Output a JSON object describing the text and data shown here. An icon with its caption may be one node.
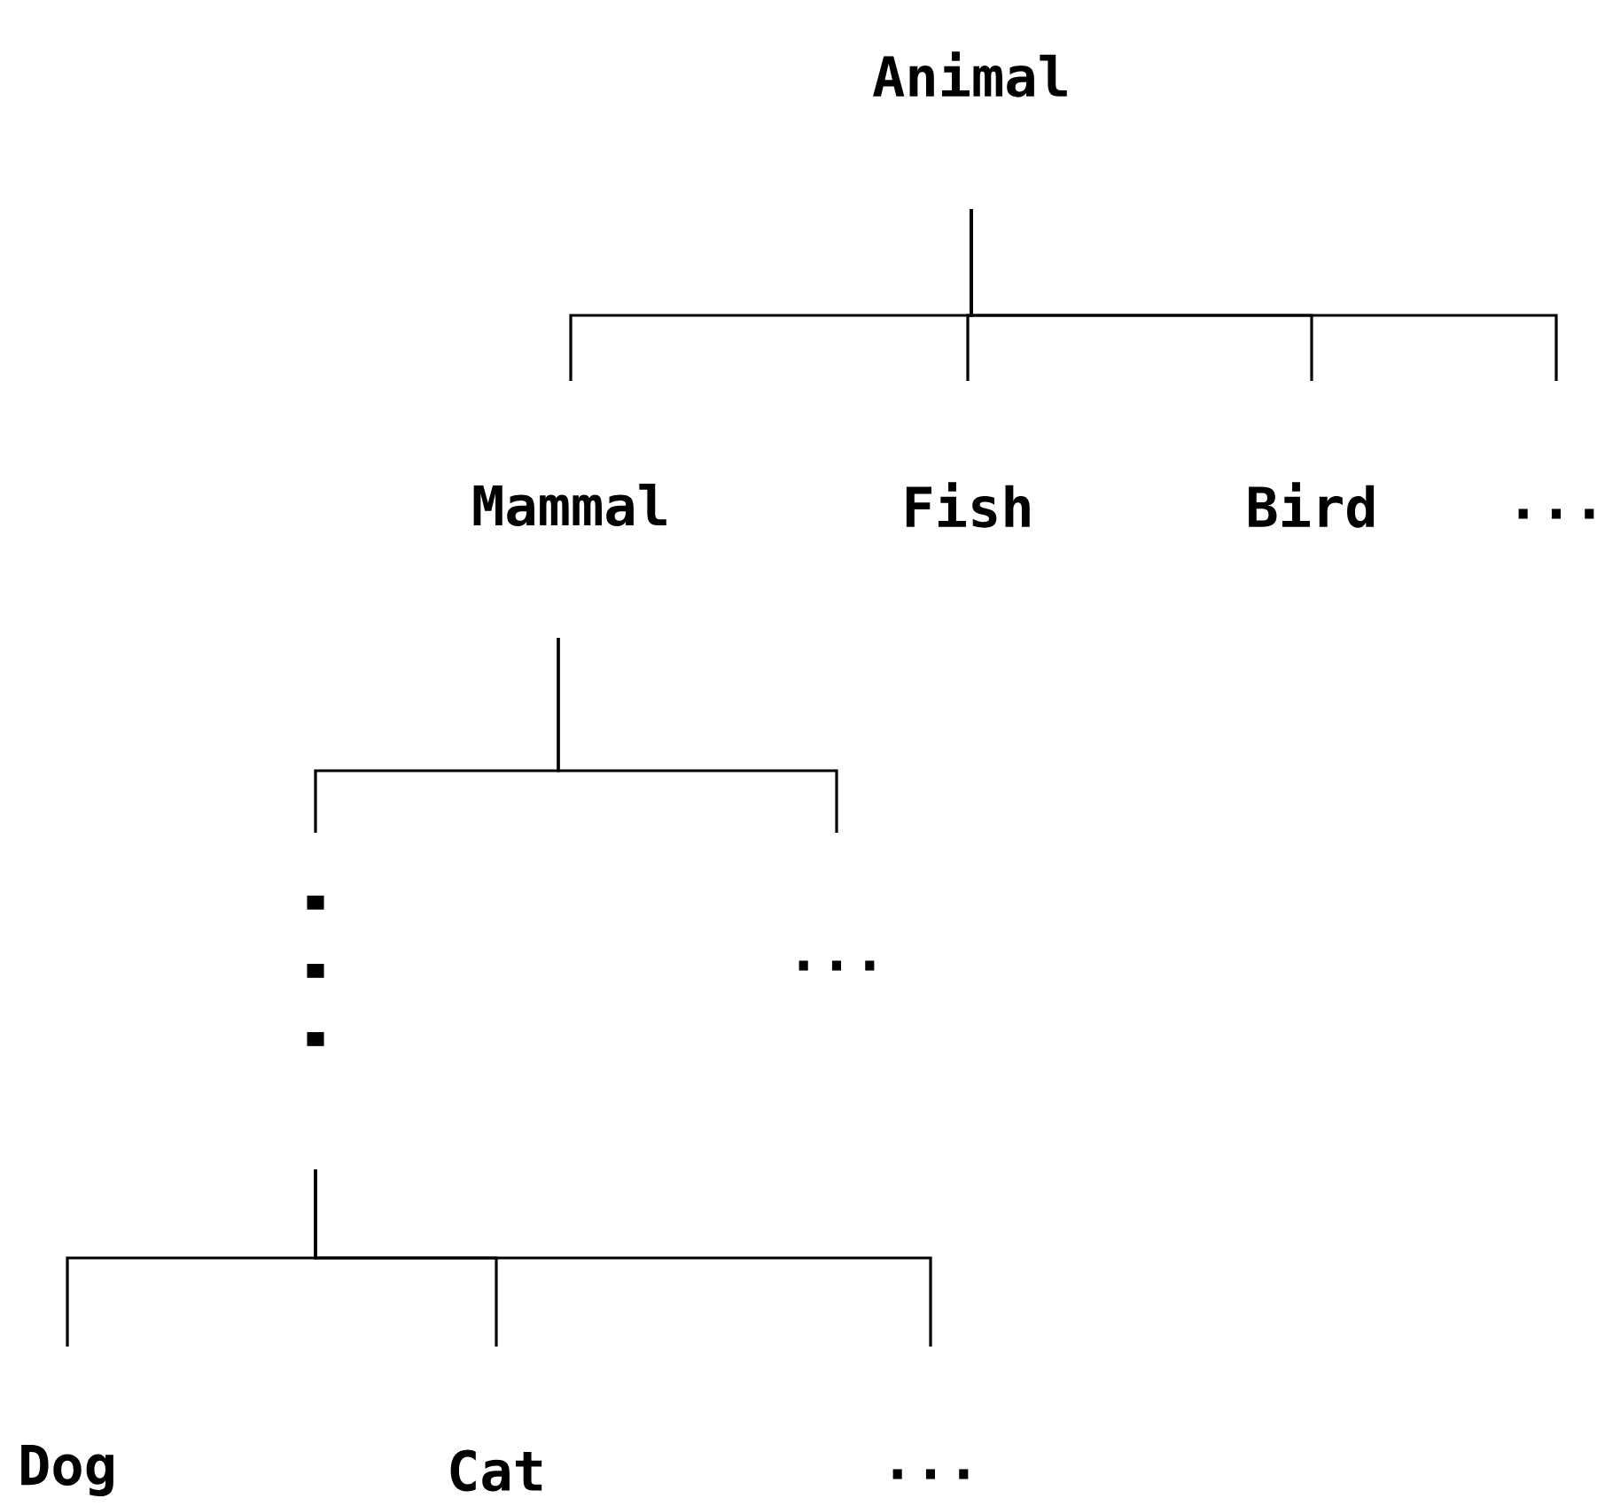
{
  "diagram": {
    "nodes": [
      {
        "text": [
          "Animal"
        ]
      },
      {
        "text": [
          "Mammal"
        ]
      },
      {
        "text": [
          "Fish"
        ]
      },
      {
        "text": [
          "Bird"
        ]
      },
      {
        "text": [
          "..."
        ]
      },
      {
        "text": [
          "..."
        ]
      },
      {
        "text": [
          "..."
        ]
      },
      {
        "text": [
          "Dog"
        ]
      },
      {
        "text": [
          "Cat"
        ]
      },
      {
        "text": [
          "..."
        ]
      }
    ],
    "edges": [
      {
        "from": 0,
        "to": 1,
        "arrow": "none"
      },
      {
        "from": 0,
        "to": 2,
        "arrow": "none"
      },
      {
        "from": 0,
        "to": 3,
        "arrow": "none"
      },
      {
        "from": 0,
        "to": 4,
        "arrow": "none"
      },
      {
        "from": 1,
        "to": 5,
        "arrow": "none"
      },
      {
        "from": 1,
        "to": 6,
        "arrow": "none"
      },
      {
        "from": 5,
        "to": 7,
        "arrow": "none"
      },
      {
        "from": 5,
        "to": 8,
        "arrow": "none"
      },
      {
        "from": 5,
        "to": 9,
        "arrow": "none"
      }
    ]
  }
}
